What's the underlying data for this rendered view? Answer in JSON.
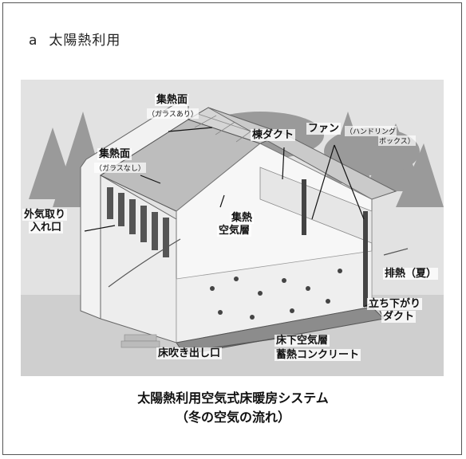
{
  "heading": {
    "letter": "a",
    "title": "太陽熱利用"
  },
  "labels": {
    "collector_glass": "集熱面",
    "collector_glass_sub": "（ガラスあり）",
    "collector_noglass": "集熱面",
    "collector_noglass_sub": "（ガラスなし）",
    "ridge_duct": "棟ダクト",
    "fan": "ファン",
    "fan_sub1": "（ハンドリング",
    "fan_sub2": "ボックス）",
    "outside_air_1": "外気取り",
    "outside_air_2": "入れ口",
    "collector_air_1": "集熱",
    "collector_air_2": "空気層",
    "exhaust": "排熱（夏）",
    "down_duct_1": "立ち下がり",
    "down_duct_2": "ダクト",
    "underfloor_air": "床下空気層",
    "storage_concrete": "蓄熱コンクリート",
    "floor_outlet": "床吹き出し口"
  },
  "caption": {
    "line1": "太陽熱利用空気式床暖房システム",
    "line2": "（冬の空気の流れ）"
  }
}
